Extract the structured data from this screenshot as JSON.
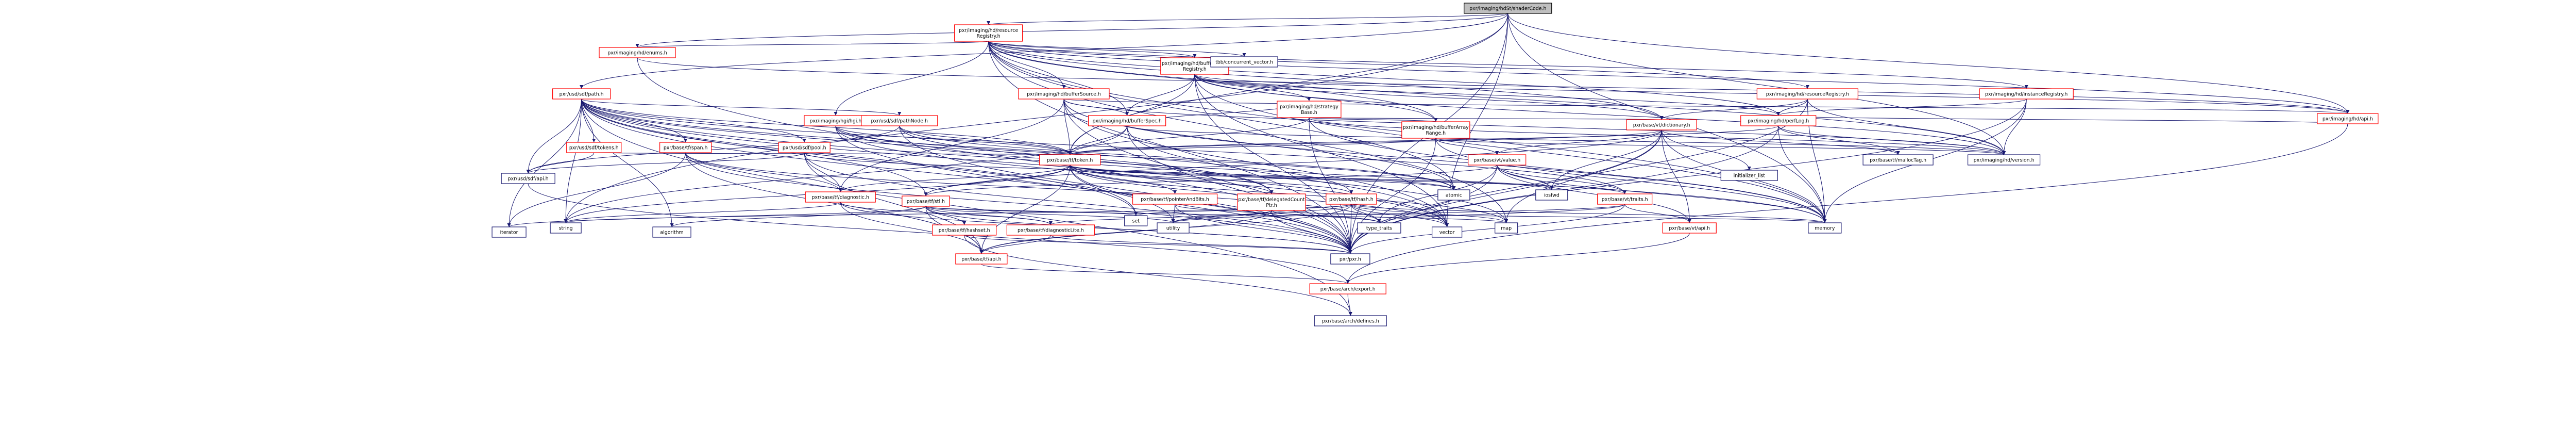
{
  "title": "pxr/imaging/hdSt/shaderCode.h include dependency graph",
  "colors": {
    "edge": "#191970",
    "root_fill": "#bfbfbf",
    "root_stroke": "#000000",
    "expandable_stroke": "#ff0000",
    "normal_stroke": "#191970",
    "box_fill": "#ffffff"
  },
  "nodes": {
    "root": {
      "lines": [
        "pxr/imaging/hdSt/shaderCode.h"
      ],
      "kind": "root"
    },
    "resourceRegistry": {
      "lines": [
        "pxr/imaging/hd/resource",
        "Registry.h"
      ],
      "kind": "expandable"
    },
    "sdfPath": {
      "lines": [
        "pxr/usd/sdf/path.h"
      ],
      "kind": "expandable"
    },
    "hdEnums": {
      "lines": [
        "pxr/imaging/hd/enums.h"
      ],
      "kind": "expandable"
    },
    "bufferArrayRegistry": {
      "lines": [
        "pxr/imaging/hd/bufferArray",
        "Registry.h"
      ],
      "kind": "expandable"
    },
    "tbbConcurrentVector": {
      "lines": [
        "tbb/concurrent_vector.h"
      ],
      "kind": "normal"
    },
    "perfLog": {
      "lines": [
        "pxr/imaging/hd/perfLog.h"
      ],
      "kind": "expandable"
    },
    "hdResourceRegistry": {
      "lines": [
        "pxr/imaging/hd/resourceRegistry.h"
      ],
      "kind": "expandable"
    },
    "instanceRegistry": {
      "lines": [
        "pxr/imaging/hd/instanceRegistry.h"
      ],
      "kind": "expandable"
    },
    "strategyBase": {
      "lines": [
        "pxr/imaging/hd/strategy",
        "Base.h"
      ],
      "kind": "expandable"
    },
    "bufferSource": {
      "lines": [
        "pxr/imaging/hd/bufferSource.h"
      ],
      "kind": "expandable"
    },
    "hgiHgi": {
      "lines": [
        "pxr/imaging/hgi/hgi.h"
      ],
      "kind": "expandable"
    },
    "bufferSpec": {
      "lines": [
        "pxr/imaging/hd/bufferSpec.h"
      ],
      "kind": "expandable"
    },
    "bufferArrayRange": {
      "lines": [
        "pxr/imaging/hd/bufferArray",
        "Range.h"
      ],
      "kind": "expandable"
    },
    "vtDictionary": {
      "lines": [
        "pxr/base/vt/dictionary.h"
      ],
      "kind": "expandable"
    },
    "hdApi": {
      "lines": [
        "pxr/imaging/hd/api.h"
      ],
      "kind": "expandable"
    },
    "hdVersion": {
      "lines": [
        "pxr/imaging/hd/version.h"
      ],
      "kind": "normal"
    },
    "sdfPathNode": {
      "lines": [
        "pxr/usd/sdf/pathNode.h"
      ],
      "kind": "expandable"
    },
    "sdfTokens": {
      "lines": [
        "pxr/usd/sdf/tokens.h"
      ],
      "kind": "expandable"
    },
    "tfSpan": {
      "lines": [
        "pxr/base/tf/span.h"
      ],
      "kind": "expandable"
    },
    "sdfPool": {
      "lines": [
        "pxr/usd/sdf/pool.h"
      ],
      "kind": "expandable"
    },
    "tfToken": {
      "lines": [
        "pxr/base/tf/token.h"
      ],
      "kind": "expandable"
    },
    "vtValue": {
      "lines": [
        "pxr/base/vt/value.h"
      ],
      "kind": "expandable"
    },
    "mallocTag": {
      "lines": [
        "pxr/base/tf/mallocTag.h"
      ],
      "kind": "normal"
    },
    "initializerList": {
      "lines": [
        "initializer_list"
      ],
      "kind": "normal"
    },
    "sdfApi": {
      "lines": [
        "pxr/usd/sdf/api.h"
      ],
      "kind": "normal"
    },
    "tfDiagnostic": {
      "lines": [
        "pxr/base/tf/diagnostic.h"
      ],
      "kind": "expandable"
    },
    "tfStl": {
      "lines": [
        "pxr/base/tf/stl.h"
      ],
      "kind": "expandable"
    },
    "delegatedCountPtr": {
      "lines": [
        "pxr/base/tf/delegatedCount",
        "Ptr.h"
      ],
      "kind": "expandable"
    },
    "pointerAndBits": {
      "lines": [
        "pxr/base/tf/pointerAndBits.h"
      ],
      "kind": "expandable"
    },
    "tfHash": {
      "lines": [
        "pxr/base/tf/hash.h"
      ],
      "kind": "expandable"
    },
    "vtTraits": {
      "lines": [
        "pxr/base/vt/traits.h"
      ],
      "kind": "expandable"
    },
    "atomic": {
      "lines": [
        "atomic"
      ],
      "kind": "normal"
    },
    "iosfwd": {
      "lines": [
        "iosfwd"
      ],
      "kind": "normal"
    },
    "hashset": {
      "lines": [
        "pxr/base/tf/hashset.h"
      ],
      "kind": "expandable"
    },
    "diagnosticLite": {
      "lines": [
        "pxr/base/tf/diagnosticLite.h"
      ],
      "kind": "expandable"
    },
    "utility": {
      "lines": [
        "utility"
      ],
      "kind": "normal"
    },
    "set": {
      "lines": [
        "set"
      ],
      "kind": "normal"
    },
    "typeTraits": {
      "lines": [
        "type_traits"
      ],
      "kind": "normal"
    },
    "map": {
      "lines": [
        "map"
      ],
      "kind": "normal"
    },
    "vtApi": {
      "lines": [
        "pxr/base/vt/api.h"
      ],
      "kind": "expandable"
    },
    "vector": {
      "lines": [
        "vector"
      ],
      "kind": "normal"
    },
    "memory": {
      "lines": [
        "memory"
      ],
      "kind": "normal"
    },
    "iterator": {
      "lines": [
        "iterator"
      ],
      "kind": "normal"
    },
    "algorithm": {
      "lines": [
        "algorithm"
      ],
      "kind": "normal"
    },
    "string": {
      "lines": [
        "string"
      ],
      "kind": "normal"
    },
    "tfApi": {
      "lines": [
        "pxr/base/tf/api.h"
      ],
      "kind": "expandable"
    },
    "pxr": {
      "lines": [
        "pxr/pxr.h"
      ],
      "kind": "normal"
    },
    "archExport": {
      "lines": [
        "pxr/base/arch/export.h"
      ],
      "kind": "expandable"
    },
    "archDefines": {
      "lines": [
        "pxr/base/arch/defines.h"
      ],
      "kind": "normal"
    }
  },
  "edges": [
    [
      "root",
      "resourceRegistry"
    ],
    [
      "root",
      "sdfPath"
    ],
    [
      "root",
      "hdEnums"
    ],
    [
      "root",
      "hdVersion"
    ],
    [
      "root",
      "hdApi"
    ],
    [
      "root",
      "tfToken"
    ],
    [
      "root",
      "pxr"
    ],
    [
      "root",
      "vector"
    ],
    [
      "root",
      "memory"
    ],
    [
      "root",
      "string"
    ],
    [
      "resourceRegistry",
      "bufferArrayRegistry"
    ],
    [
      "resourceRegistry",
      "tbbConcurrentVector"
    ],
    [
      "resourceRegistry",
      "perfLog"
    ],
    [
      "resourceRegistry",
      "hdResourceRegistry"
    ],
    [
      "resourceRegistry",
      "instanceRegistry"
    ],
    [
      "resourceRegistry",
      "bufferSource"
    ],
    [
      "resourceRegistry",
      "hgiHgi"
    ],
    [
      "resourceRegistry",
      "bufferSpec"
    ],
    [
      "resourceRegistry",
      "bufferArrayRange"
    ],
    [
      "resourceRegistry",
      "vtDictionary"
    ],
    [
      "resourceRegistry",
      "hdApi"
    ],
    [
      "resourceRegistry",
      "hdVersion"
    ],
    [
      "resourceRegistry",
      "hdEnums"
    ],
    [
      "resourceRegistry",
      "pxr"
    ],
    [
      "resourceRegistry",
      "map"
    ],
    [
      "resourceRegistry",
      "atomic"
    ],
    [
      "resourceRegistry",
      "memory"
    ],
    [
      "bufferArrayRegistry",
      "strategyBase"
    ],
    [
      "bufferArrayRegistry",
      "bufferArrayRange"
    ],
    [
      "bufferArrayRegistry",
      "bufferSpec"
    ],
    [
      "bufferArrayRegistry",
      "perfLog"
    ],
    [
      "bufferArrayRegistry",
      "vtDictionary"
    ],
    [
      "bufferArrayRegistry",
      "tfToken"
    ],
    [
      "bufferArrayRegistry",
      "hdApi"
    ],
    [
      "bufferArrayRegistry",
      "hdVersion"
    ],
    [
      "bufferArrayRegistry",
      "pxr"
    ],
    [
      "bufferArrayRegistry",
      "memory"
    ],
    [
      "bufferArrayRegistry",
      "vector"
    ],
    [
      "strategyBase",
      "bufferArrayRange"
    ],
    [
      "strategyBase",
      "bufferSpec"
    ],
    [
      "strategyBase",
      "vtDictionary"
    ],
    [
      "strategyBase",
      "tfToken"
    ],
    [
      "strategyBase",
      "hdVersion"
    ],
    [
      "strategyBase",
      "pxr"
    ],
    [
      "strategyBase",
      "memory"
    ],
    [
      "perfLog",
      "tfToken"
    ],
    [
      "perfLog",
      "mallocTag"
    ],
    [
      "perfLog",
      "hdApi"
    ],
    [
      "perfLog",
      "hdVersion"
    ],
    [
      "perfLog",
      "pxr"
    ],
    [
      "perfLog",
      "memory"
    ],
    [
      "hdResourceRegistry",
      "perfLog"
    ],
    [
      "hdResourceRegistry",
      "vtDictionary"
    ],
    [
      "hdResourceRegistry",
      "hdVersion"
    ],
    [
      "hdResourceRegistry",
      "pxr"
    ],
    [
      "hdResourceRegistry",
      "memory"
    ],
    [
      "instanceRegistry",
      "perfLog"
    ],
    [
      "instanceRegistry",
      "hdVersion"
    ],
    [
      "instanceRegistry",
      "pxr"
    ],
    [
      "instanceRegistry",
      "memory"
    ],
    [
      "bufferSource",
      "bufferSpec"
    ],
    [
      "bufferSource",
      "tfToken"
    ],
    [
      "bufferSource",
      "hdApi"
    ],
    [
      "bufferSource",
      "hdVersion"
    ],
    [
      "bufferSource",
      "pxr"
    ],
    [
      "bufferSource",
      "atomic"
    ],
    [
      "bufferSource",
      "vector"
    ],
    [
      "bufferSource",
      "memory"
    ],
    [
      "bufferSource",
      "tfDiagnostic"
    ],
    [
      "hgiHgi",
      "tfToken"
    ],
    [
      "hgiHgi",
      "pxr"
    ],
    [
      "hgiHgi",
      "memory"
    ],
    [
      "hgiHgi",
      "vector"
    ],
    [
      "hgiHgi",
      "atomic"
    ],
    [
      "bufferSpec",
      "tfToken"
    ],
    [
      "bufferSpec",
      "hdVersion"
    ],
    [
      "bufferSpec",
      "pxr"
    ],
    [
      "bufferSpec",
      "vector"
    ],
    [
      "bufferSpec",
      "string"
    ],
    [
      "bufferArrayRange",
      "tfToken"
    ],
    [
      "bufferArrayRange",
      "vtValue"
    ],
    [
      "bufferArrayRange",
      "hdVersion"
    ],
    [
      "bufferArrayRange",
      "pxr"
    ],
    [
      "bufferArrayRange",
      "memory"
    ],
    [
      "vtDictionary",
      "vtValue"
    ],
    [
      "vtDictionary",
      "tfToken"
    ],
    [
      "vtDictionary",
      "mallocTag"
    ],
    [
      "vtDictionary",
      "initializerList"
    ],
    [
      "vtDictionary",
      "vtApi"
    ],
    [
      "vtDictionary",
      "pxr"
    ],
    [
      "vtDictionary",
      "map"
    ],
    [
      "vtDictionary",
      "memory"
    ],
    [
      "vtDictionary",
      "iosfwd"
    ],
    [
      "vtDictionary",
      "tfStl"
    ],
    [
      "hdApi",
      "archExport"
    ],
    [
      "sdfPath",
      "sdfPathNode"
    ],
    [
      "sdfPath",
      "sdfTokens"
    ],
    [
      "sdfPath",
      "tfSpan"
    ],
    [
      "sdfPath",
      "sdfPool"
    ],
    [
      "sdfPath",
      "tfToken"
    ],
    [
      "sdfPath",
      "sdfApi"
    ],
    [
      "sdfPath",
      "tfStl"
    ],
    [
      "sdfPath",
      "delegatedCountPtr"
    ],
    [
      "sdfPath",
      "tfHash"
    ],
    [
      "sdfPath",
      "vtTraits"
    ],
    [
      "sdfPath",
      "pxr"
    ],
    [
      "sdfPath",
      "set"
    ],
    [
      "sdfPath",
      "vector"
    ],
    [
      "sdfPath",
      "map"
    ],
    [
      "sdfPath",
      "utility"
    ],
    [
      "sdfPath",
      "iterator"
    ],
    [
      "sdfPath",
      "algorithm"
    ],
    [
      "sdfPath",
      "string"
    ],
    [
      "sdfPath",
      "archDefines"
    ],
    [
      "sdfPathNode",
      "tfToken"
    ],
    [
      "sdfPathNode",
      "delegatedCountPtr"
    ],
    [
      "sdfPathNode",
      "sdfApi"
    ],
    [
      "sdfPathNode",
      "pxr"
    ],
    [
      "sdfPathNode",
      "atomic"
    ],
    [
      "sdfTokens",
      "sdfApi"
    ],
    [
      "sdfTokens",
      "tfToken"
    ],
    [
      "tfSpan",
      "tfDiagnostic"
    ],
    [
      "tfSpan",
      "pxr"
    ],
    [
      "tfSpan",
      "iterator"
    ],
    [
      "tfSpan",
      "typeTraits"
    ],
    [
      "tfSpan",
      "tfApi"
    ],
    [
      "sdfPool",
      "tfDiagnostic"
    ],
    [
      "sdfPool",
      "sdfApi"
    ],
    [
      "sdfPool",
      "pxr"
    ],
    [
      "sdfPool",
      "atomic"
    ],
    [
      "sdfPool",
      "tfApi"
    ],
    [
      "sdfApi",
      "archExport"
    ],
    [
      "tfToken",
      "tfStl"
    ],
    [
      "tfToken",
      "pointerAndBits"
    ],
    [
      "tfToken",
      "tfHash"
    ],
    [
      "tfToken",
      "tfDiagnostic"
    ],
    [
      "tfToken",
      "delegatedCountPtr"
    ],
    [
      "tfToken",
      "vtTraits"
    ],
    [
      "tfToken",
      "tfApi"
    ],
    [
      "tfToken",
      "pxr"
    ],
    [
      "tfToken",
      "string"
    ],
    [
      "tfToken",
      "vector"
    ],
    [
      "tfToken",
      "map"
    ],
    [
      "tfToken",
      "set"
    ],
    [
      "tfToken",
      "iosfwd"
    ],
    [
      "tfToken",
      "atomic"
    ],
    [
      "vtValue",
      "vtTraits"
    ],
    [
      "vtValue",
      "vtApi"
    ],
    [
      "vtValue",
      "tfStl"
    ],
    [
      "vtValue",
      "pxr"
    ],
    [
      "vtValue",
      "iosfwd"
    ],
    [
      "vtValue",
      "typeTraits"
    ],
    [
      "vtValue",
      "memory"
    ],
    [
      "tfDiagnostic",
      "diagnosticLite"
    ],
    [
      "tfDiagnostic",
      "tfApi"
    ],
    [
      "tfDiagnostic",
      "pxr"
    ],
    [
      "tfDiagnostic",
      "string"
    ],
    [
      "tfStl",
      "hashset"
    ],
    [
      "tfStl",
      "tfApi"
    ],
    [
      "tfStl",
      "diagnosticLite"
    ],
    [
      "tfStl",
      "pxr"
    ],
    [
      "tfStl",
      "iterator"
    ],
    [
      "tfStl",
      "algorithm"
    ],
    [
      "tfStl",
      "utility"
    ],
    [
      "tfStl",
      "set"
    ],
    [
      "tfStl",
      "map"
    ],
    [
      "delegatedCountPtr",
      "diagnosticLite"
    ],
    [
      "delegatedCountPtr",
      "tfApi"
    ],
    [
      "delegatedCountPtr",
      "pxr"
    ],
    [
      "delegatedCountPtr",
      "utility"
    ],
    [
      "delegatedCountPtr",
      "typeTraits"
    ],
    [
      "delegatedCountPtr",
      "memory"
    ],
    [
      "pointerAndBits",
      "pxr"
    ],
    [
      "pointerAndBits",
      "typeTraits"
    ],
    [
      "pointerAndBits",
      "utility"
    ],
    [
      "tfHash",
      "tfApi"
    ],
    [
      "tfHash",
      "pxr"
    ],
    [
      "tfHash",
      "typeTraits"
    ],
    [
      "tfHash",
      "utility"
    ],
    [
      "tfHash",
      "vector"
    ],
    [
      "tfHash",
      "memory"
    ],
    [
      "tfHash",
      "map"
    ],
    [
      "tfHash",
      "set"
    ],
    [
      "tfHash",
      "string"
    ],
    [
      "vtTraits",
      "vtApi"
    ],
    [
      "vtTraits",
      "pxr"
    ],
    [
      "vtTraits",
      "typeTraits"
    ],
    [
      "vtTraits",
      "utility"
    ],
    [
      "hashset",
      "hashset"
    ],
    [
      "hashset",
      "archDefines"
    ],
    [
      "hashset",
      "pxr"
    ],
    [
      "diagnosticLite",
      "tfApi"
    ],
    [
      "diagnosticLite",
      "pxr"
    ],
    [
      "vtApi",
      "archExport"
    ],
    [
      "tfApi",
      "archExport"
    ],
    [
      "archExport",
      "archDefines"
    ],
    [
      "hdEnums",
      "pxr"
    ],
    [
      "hdEnums",
      "hdApi"
    ]
  ]
}
